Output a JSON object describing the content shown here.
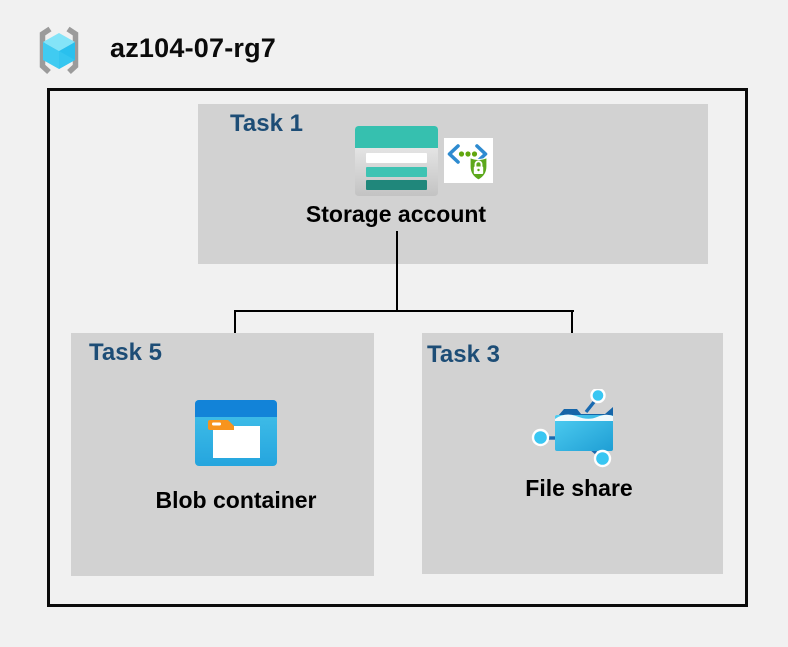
{
  "header": {
    "resource_group_label": "az104-07-rg7"
  },
  "tasks": {
    "task1": {
      "label": "Task 1",
      "resource": "Storage account"
    },
    "task5": {
      "label": "Task 5",
      "resource": "Blob container"
    },
    "task3": {
      "label": "Task 3",
      "resource": "File share"
    }
  },
  "icons": {
    "resource_group": "resource-group-icon",
    "storage_account": "storage-account-icon",
    "secure_access": "secure-access-lock-icon",
    "blob_container": "blob-container-icon",
    "file_share": "file-share-icon"
  },
  "colors": {
    "background": "#f1f1f1",
    "box_fill": "#d2d2d2",
    "task_label": "#1d4d76",
    "resource_label": "#000000",
    "border": "#0a0a0a",
    "connector": "#000000",
    "storage_teal": "#36c0af",
    "storage_teal_dark": "#20877b",
    "blob_blue": "#1283d8",
    "blob_cyan": "#30b8e8",
    "folder_tab_orange": "#f7941e",
    "shield_green": "#5ca81c",
    "bracket_blue": "#2e8bd0",
    "cube_cyan_light": "#84e4f8",
    "cube_cyan": "#40cbf1",
    "bracket_gray": "#9b9b9b",
    "share_dot_cyan": "#39c6f2",
    "share_line_blue": "#1a6ab0"
  }
}
